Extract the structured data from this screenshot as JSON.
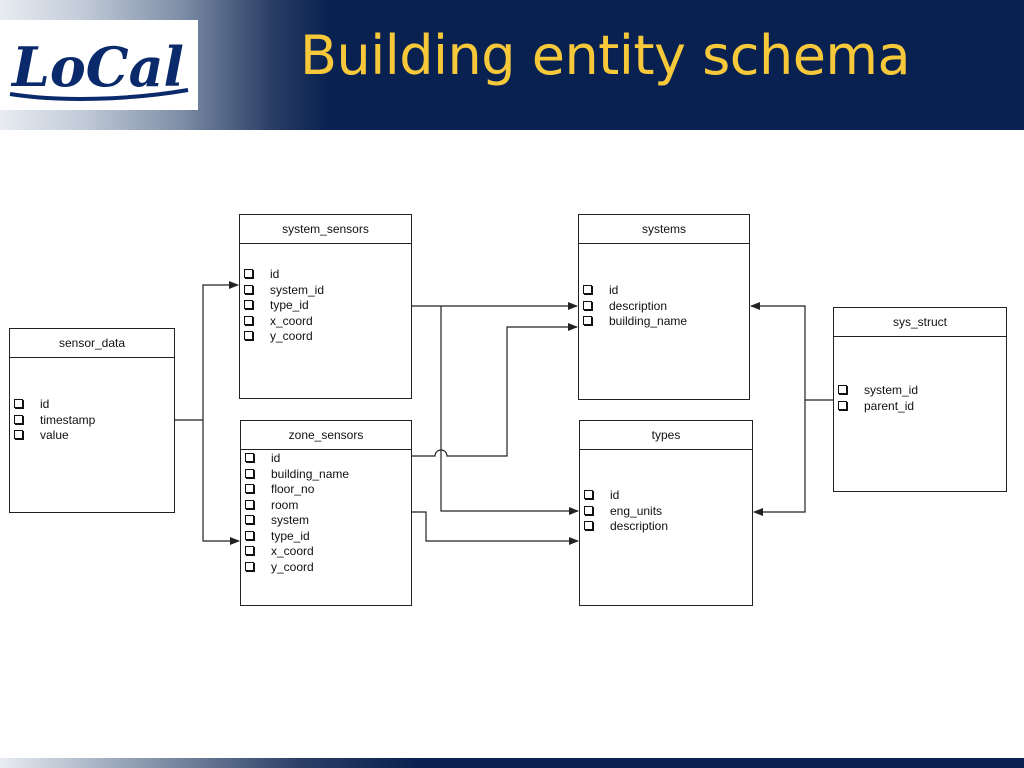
{
  "header": {
    "logo_text": "LoCal",
    "title": "Building entity schema"
  },
  "entities": {
    "sensor_data": {
      "name": "sensor_data",
      "fields": [
        "id",
        "timestamp",
        "value"
      ]
    },
    "system_sensors": {
      "name": "system_sensors",
      "fields": [
        "id",
        "system_id",
        "type_id",
        "x_coord",
        "y_coord"
      ]
    },
    "zone_sensors": {
      "name": "zone_sensors",
      "fields": [
        "id",
        "building_name",
        "floor_no",
        "room",
        "system",
        "type_id",
        "x_coord",
        "y_coord"
      ]
    },
    "systems": {
      "name": "systems",
      "fields": [
        "id",
        "description",
        "building_name"
      ]
    },
    "types": {
      "name": "types",
      "fields": [
        "id",
        "eng_units",
        "description"
      ]
    },
    "sys_struct": {
      "name": "sys_struct",
      "fields": [
        "system_id",
        "parent_id"
      ]
    }
  },
  "colors": {
    "header_bg": "#082150",
    "title_text": "#f7c93a",
    "logo_text": "#0b2a6b",
    "line": "#222222"
  }
}
